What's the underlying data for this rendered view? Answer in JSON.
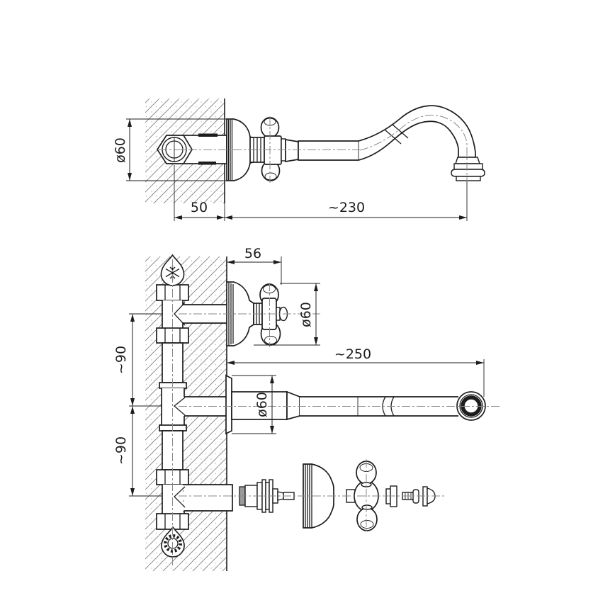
{
  "drawing": {
    "type": "technical-dimension-drawing",
    "subject": "wall-mounted faucet with cross handles, side view, front view and exploded valve",
    "colors": {
      "background": "#ffffff",
      "line": "#1d1d1d",
      "hatch": "#8f8f8f",
      "centerline": "#8a8a8a",
      "shade": "#9b9b9b"
    }
  },
  "side_view": {
    "dim_escutcheon_diameter": "ø60",
    "dim_wall_offset": "50",
    "dim_spout_reach": "~230"
  },
  "front_view": {
    "dim_handle_width": "56",
    "dim_handle_escutcheon_diameter": "ø60",
    "dim_upper_spacing": "~90",
    "dim_lower_spacing": "~90",
    "dim_spout_length": "~250",
    "dim_spout_escutcheon_diameter": "ø60",
    "icons": {
      "cold_water": "snowflake-droplet",
      "hot_water": "sun-droplet"
    }
  }
}
